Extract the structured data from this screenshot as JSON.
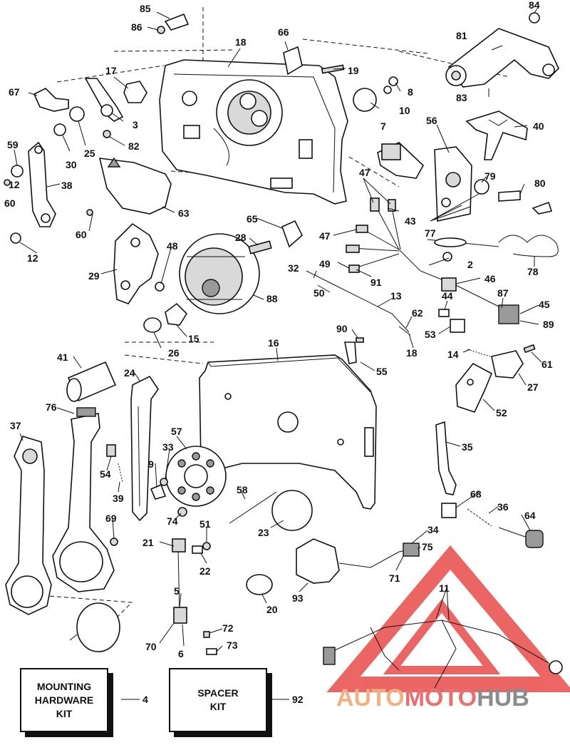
{
  "callouts": [
    "85",
    "86",
    "84",
    "18",
    "66",
    "81",
    "67",
    "17",
    "19",
    "8",
    "83",
    "3",
    "10",
    "7",
    "40",
    "59",
    "82",
    "25",
    "30",
    "56",
    "38",
    "60",
    "63",
    "47",
    "43",
    "79",
    "80",
    "77",
    "65",
    "60",
    "12",
    "28",
    "47",
    "78",
    "12",
    "48",
    "49",
    "91",
    "32",
    "2",
    "29",
    "88",
    "50",
    "46",
    "87",
    "13",
    "44",
    "45",
    "89",
    "62",
    "53",
    "15",
    "26",
    "90",
    "18",
    "16",
    "55",
    "14",
    "61",
    "41",
    "27",
    "24",
    "52",
    "76",
    "37",
    "57",
    "35",
    "33",
    "54",
    "9",
    "58",
    "68",
    "36",
    "39",
    "64",
    "74",
    "51",
    "23",
    "34",
    "69",
    "21",
    "75",
    "22",
    "71",
    "5",
    "20",
    "93",
    "11",
    "72",
    "70",
    "6",
    "73"
  ],
  "kits": [
    {
      "label": "MOUNTING\nHARDWARE\nKIT",
      "number": "4"
    },
    {
      "label": "SPACER\nKIT",
      "number": "92"
    }
  ],
  "watermark": {
    "part1": "AUTO",
    "part2": "MOTO",
    "part3": "HUB",
    "triangle_color": "#e94b4b",
    "text_colors": [
      "#f3b081",
      "#ea6f6f",
      "#8c8c8c"
    ]
  }
}
